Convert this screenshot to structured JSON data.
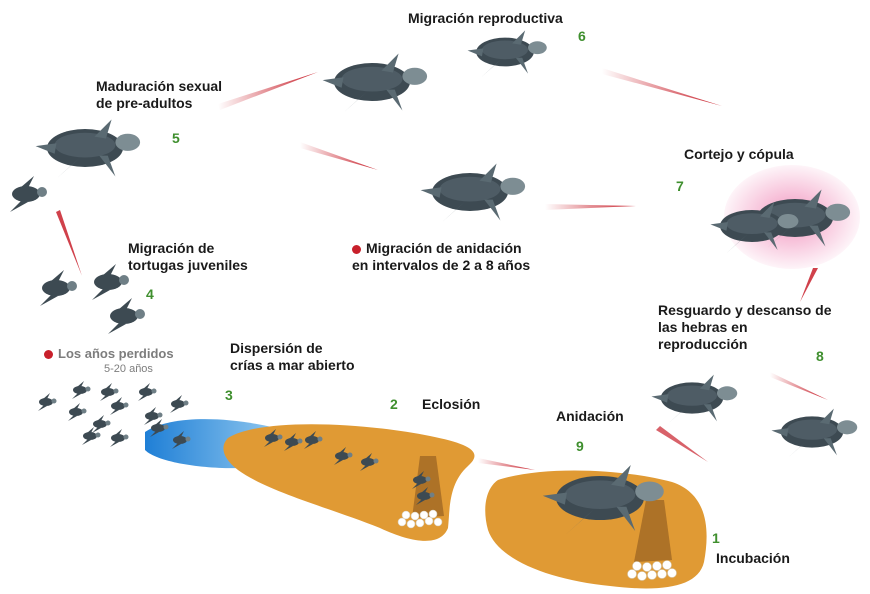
{
  "colors": {
    "arrow": "#c8202b",
    "sand": "#e09a34",
    "sea": "#1f7fd6",
    "turtle": "#3d4a52",
    "turtle_head": "#7d8d93",
    "egg": "#ffffff",
    "courtship_glow": "#f6b8d4",
    "number": "#3f8f2e"
  },
  "stages": [
    {
      "number": "1",
      "label": "Incubación",
      "icon": "egg-nest-icon"
    },
    {
      "number": "2",
      "label": "Eclosión",
      "icon": "hatching-icon"
    },
    {
      "number": "3",
      "label": "Dispersión de\ncrías a mar abierto",
      "icon": "hatchlings-icon"
    },
    {
      "number": "4",
      "label": "Migración de\ntortugas juveniles",
      "icon": "juvenile-turtle-icon"
    },
    {
      "number": "5",
      "label": "Maduración sexual\nde pre-adultos",
      "icon": "adult-turtle-icon"
    },
    {
      "number": "6",
      "label": "Migración reproductiva",
      "icon": "swimming-turtle-icon"
    },
    {
      "number": "7",
      "label": "Cortejo y cópula",
      "icon": "mating-turtles-icon"
    },
    {
      "number": "8",
      "label": "Resguardo y descanso de\nlas hebras en\nreproducción",
      "icon": "resting-turtle-icon"
    },
    {
      "number": "9",
      "label": "Anidación",
      "icon": "nesting-turtle-icon"
    }
  ],
  "nesting_migration_note": "Migración de anidación\nen intervalos de 2 a 8 años",
  "lost_years": {
    "title": "Los años perdidos",
    "duration": "5-20 años"
  }
}
